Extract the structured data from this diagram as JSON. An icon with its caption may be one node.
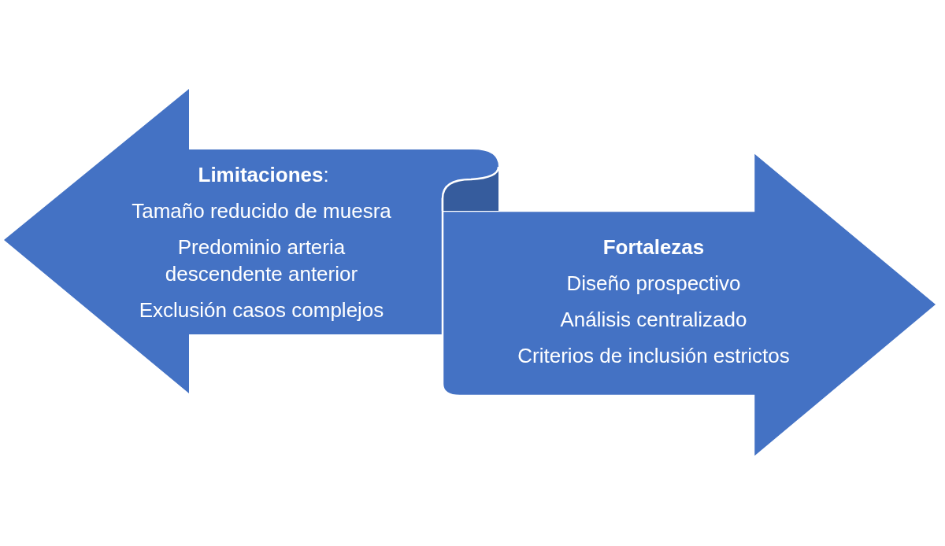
{
  "diagram": {
    "nodes": [
      {
        "text": [
          "**Limitaciones**:",
          "Tamaño reducido de muesra",
          "Predominio arteria descendente anterior",
          "Exclusión casos complejos"
        ]
      },
      {
        "text": [
          "Fortalezas",
          "Diseño prospectivo",
          "Análisis centralizado",
          "Criterios de inclusión estrictos"
        ]
      }
    ]
  }
}
